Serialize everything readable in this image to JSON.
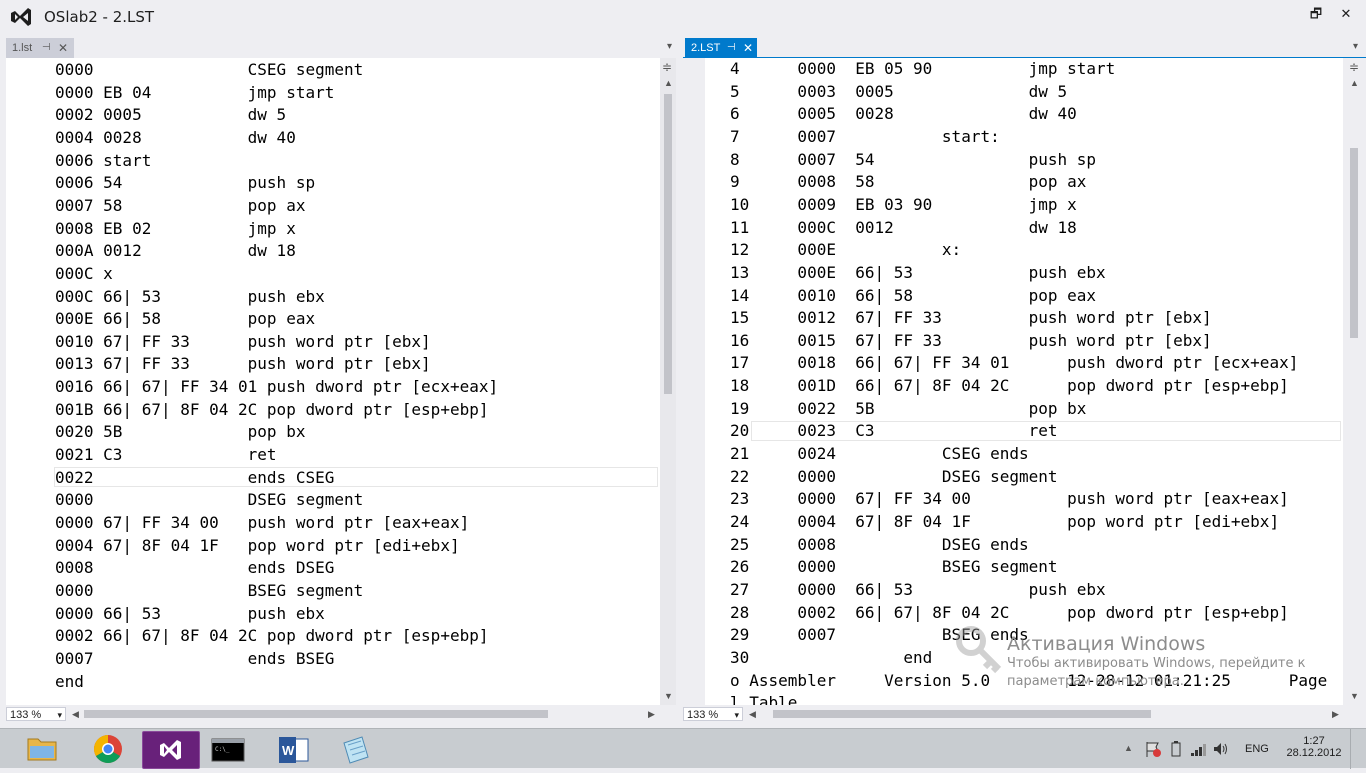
{
  "window": {
    "title": "OSlab2 - 2.LST",
    "restore_label": "🗗",
    "close_label": "✕"
  },
  "left_tab": {
    "label": "1.lst",
    "pin": "⊣",
    "close": "✕"
  },
  "right_tab": {
    "label": "2.LST",
    "pin": "⊣",
    "close": "✕"
  },
  "left_code": [
    "0000                CSEG segment",
    "0000 EB 04          jmp start",
    "0002 0005           dw 5",
    "0004 0028           dw 40",
    "0006 start",
    "0006 54             push sp",
    "0007 58             pop ax",
    "0008 EB 02          jmp x",
    "000A 0012           dw 18",
    "000C x",
    "000C 66| 53         push ebx",
    "000E 66| 58         pop eax",
    "0010 67| FF 33      push word ptr [ebx]",
    "0013 67| FF 33      push word ptr [ebx]",
    "0016 66| 67| FF 34 01 push dword ptr [ecx+eax]",
    "001B 66| 67| 8F 04 2C pop dword ptr [esp+ebp]",
    "0020 5B             pop bx",
    "0021 C3             ret",
    "0022                ends CSEG",
    "0000                DSEG segment",
    "0000 67| FF 34 00   push word ptr [eax+eax]",
    "0004 67| 8F 04 1F   pop word ptr [edi+ebx]",
    "0008                ends DSEG",
    "0000                BSEG segment",
    "0000 66| 53         push ebx",
    "0002 66| 67| 8F 04 2C pop dword ptr [esp+ebp]",
    "0007                ends BSEG",
    "end"
  ],
  "right_code": [
    "4      0000  EB 05 90          jmp start",
    "5      0003  0005              dw 5",
    "6      0005  0028              dw 40",
    "7      0007           start:",
    "8      0007  54                push sp",
    "9      0008  58                pop ax",
    "10     0009  EB 03 90          jmp x",
    "11     000C  0012              dw 18",
    "12     000E           x:",
    "13     000E  66| 53            push ebx",
    "14     0010  66| 58            pop eax",
    "15     0012  67| FF 33         push word ptr [ebx]",
    "16     0015  67| FF 33         push word ptr [ebx]",
    "17     0018  66| 67| FF 34 01      push dword ptr [ecx+eax]",
    "18     001D  66| 67| 8F 04 2C      pop dword ptr [esp+ebp]",
    "19     0022  5B                pop bx",
    "20     0023  C3                ret",
    "21     0024           CSEG ends",
    "22     0000           DSEG segment",
    "23     0000  67| FF 34 00          push word ptr [eax+eax]",
    "24     0004  67| 8F 04 1F          pop word ptr [edi+ebx]",
    "25     0008           DSEG ends",
    "26     0000           BSEG segment",
    "27     0000  66| 53            push ebx",
    "28     0002  66| 67| 8F 04 2C      pop dword ptr [esp+ebp]",
    "29     0007           BSEG ends",
    "30                end",
    "o Assembler     Version 5.0        12-28-12 01:21:25      Page",
    "l Table"
  ],
  "left_zoom": "133 %",
  "right_zoom": "133 %",
  "watermark": {
    "title": "Активация Windows",
    "line1": "Чтобы активировать Windows, перейдите к",
    "line2": "параметрам компьютера."
  },
  "tray": {
    "language": "ENG",
    "time": "1:27",
    "date": "28.12.2012"
  },
  "colors": {
    "active_tab": "#007acc",
    "inactive_tab": "#ccced8",
    "taskbar": "#c8ccd0",
    "vs_purple": "#68217a"
  }
}
